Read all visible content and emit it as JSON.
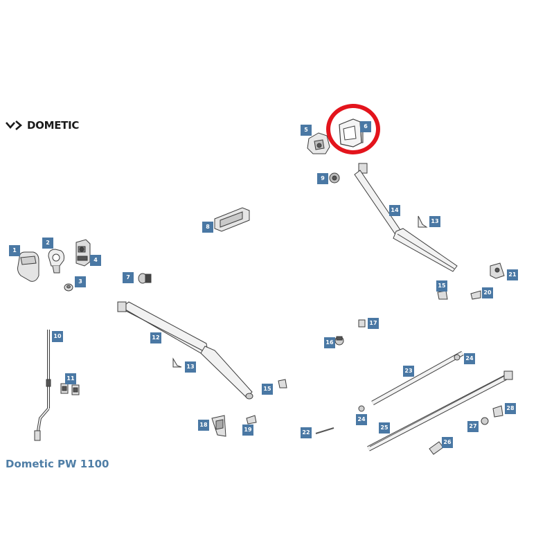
{
  "brand": {
    "name": "DOMETIC",
    "logo_icon": "dometic-chevrons-icon"
  },
  "title": "Dometic PW 1100",
  "highlight": {
    "part_number": "6",
    "color": "#e3141c"
  },
  "label_color": "#4a78a4",
  "parts": [
    {
      "id": "1",
      "name": "part-1"
    },
    {
      "id": "2",
      "name": "part-2"
    },
    {
      "id": "3",
      "name": "part-3"
    },
    {
      "id": "4",
      "name": "part-4"
    },
    {
      "id": "5",
      "name": "part-5"
    },
    {
      "id": "6",
      "name": "part-6"
    },
    {
      "id": "7",
      "name": "part-7"
    },
    {
      "id": "8",
      "name": "part-8"
    },
    {
      "id": "9",
      "name": "part-9"
    },
    {
      "id": "10",
      "name": "part-10"
    },
    {
      "id": "11",
      "name": "part-11"
    },
    {
      "id": "12",
      "name": "part-12"
    },
    {
      "id": "13",
      "name": "part-13"
    },
    {
      "id": "14",
      "name": "part-14"
    },
    {
      "id": "15",
      "name": "part-15"
    },
    {
      "id": "16",
      "name": "part-16"
    },
    {
      "id": "17",
      "name": "part-17"
    },
    {
      "id": "18",
      "name": "part-18"
    },
    {
      "id": "19",
      "name": "part-19"
    },
    {
      "id": "20",
      "name": "part-20"
    },
    {
      "id": "21",
      "name": "part-21"
    },
    {
      "id": "22",
      "name": "part-22"
    },
    {
      "id": "23",
      "name": "part-23"
    },
    {
      "id": "24",
      "name": "part-24"
    },
    {
      "id": "25",
      "name": "part-25"
    },
    {
      "id": "26",
      "name": "part-26"
    },
    {
      "id": "27",
      "name": "part-27"
    },
    {
      "id": "28",
      "name": "part-28"
    }
  ],
  "labels": {
    "l1": "1",
    "l2": "2",
    "l3": "3",
    "l4": "4",
    "l5": "5",
    "l6": "6",
    "l7": "7",
    "l8": "8",
    "l9": "9",
    "l10": "10",
    "l11": "11",
    "l12": "12",
    "l13a": "13",
    "l13b": "13",
    "l14": "14",
    "l15a": "15",
    "l15b": "15",
    "l16": "16",
    "l17": "17",
    "l18": "18",
    "l19": "19",
    "l20": "20",
    "l21": "21",
    "l22": "22",
    "l23": "23",
    "l24a": "24",
    "l24b": "24",
    "l25": "25",
    "l26": "26",
    "l27": "27",
    "l28": "28"
  }
}
